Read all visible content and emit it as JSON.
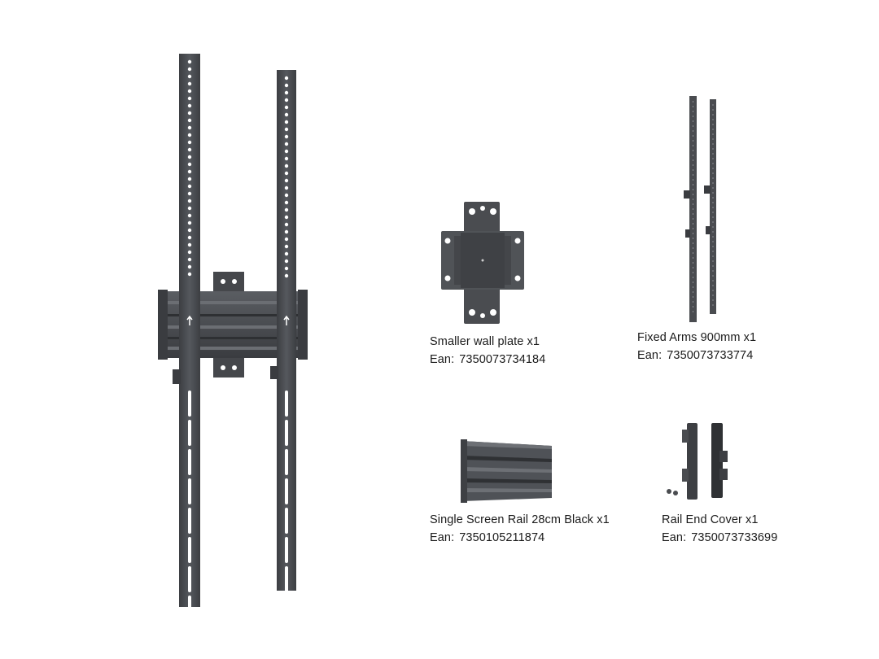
{
  "colors": {
    "metal_dark": "#3b3d41",
    "metal_mid": "#4c4f54",
    "metal_light": "#6a6d72",
    "background": "#ffffff",
    "text": "#1a1a1a"
  },
  "products": [
    {
      "name": "Smaller wall plate x1",
      "ean_label": "Ean:",
      "ean": "7350073734184",
      "image_icon": "wall-plate-image"
    },
    {
      "name": "Fixed Arms 900mm x1",
      "ean_label": "Ean:",
      "ean": "7350073733774",
      "image_icon": "fixed-arms-image"
    },
    {
      "name": "Single Screen Rail 28cm Black x1",
      "ean_label": "Ean:",
      "ean": "7350105211874",
      "image_icon": "screen-rail-image"
    },
    {
      "name": "Rail End Cover x1",
      "ean_label": "Ean:",
      "ean": "7350073733699",
      "image_icon": "rail-end-cover-image"
    }
  ],
  "assembled": {
    "image_icon": "assembled-mount-image"
  }
}
